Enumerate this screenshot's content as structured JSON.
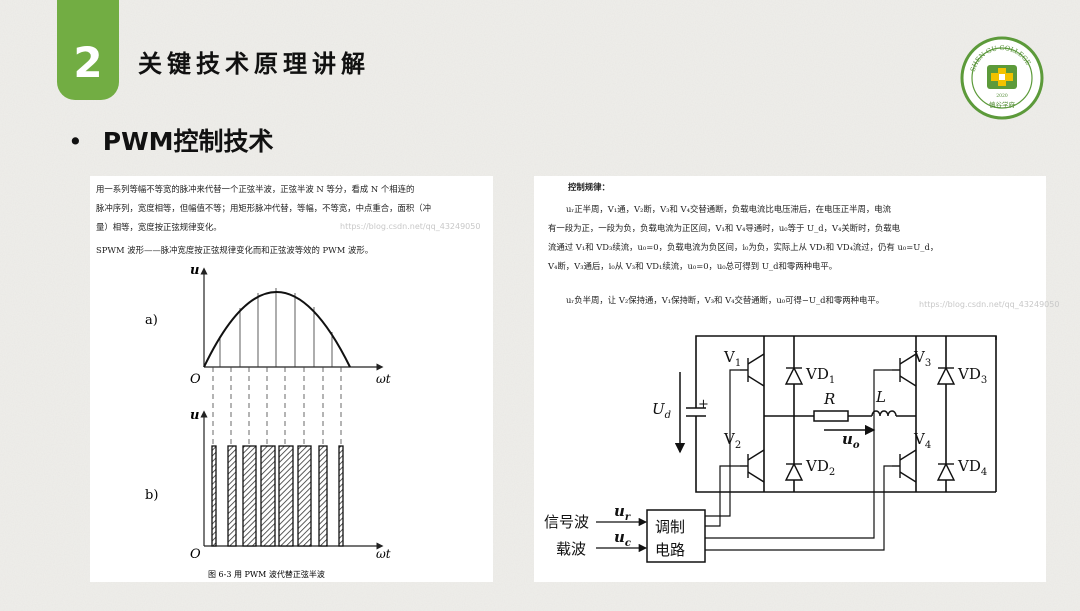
{
  "slide": {
    "section_number": "2",
    "section_title": "关键技术原理讲解",
    "bullet": "PWM控制技术",
    "logo": {
      "top_text": "SHEN GU COLLEGE",
      "bottom_text": "慎谷学府",
      "year": "2020",
      "icon": "cross-emblem-icon"
    }
  },
  "left_figure": {
    "para1": "用一系列等幅不等宽的脉冲来代替一个正弦半波，正弦半波 N 等分，看成 N 个相连的\n脉冲序列，宽度相等，但幅值不等；用矩形脉冲代替，等幅，不等宽，中点重合，面积（冲\n量）相等，宽度按正弦规律变化。",
    "para2": "SPWM 波形——脉冲宽度按正弦规律变化而和正弦波等效的 PWM 波形。",
    "watermark": "https://blog.csdn.net/qq_43249050",
    "label_a": "a)",
    "label_b": "b)",
    "axis_u": "u",
    "axis_wt": "ωt",
    "origin": "O",
    "caption": "图 6-3  用 PWM 波代替正弦半波"
  },
  "right_figure": {
    "heading": "控制规律：",
    "p1": "uᵣ正半周，V₁通，V₂断，V₃和 V₄交替通断，负载电流比电压滞后，在电压正半周，电流\n有一段为正，一段为负，负载电流为正区间，V₁和 V₄导通时，u₀等于 U_d，V₄关断时，负载电\n流通过 V₁和 VD₃续流，u₀=0，负载电流为负区间，i₀为负，实际上从 VD₁和 VD₄流过，仍有 u₀=U_d，\nV₄断，V₃通后，i₀从 V₃和 VD₁续流，u₀=0，u₀总可得到 U_d和零两种电平。",
    "p2": "uᵣ负半周，让 V₂保持通，V₁保持断，V₃和 V₄交替通断，u₀可得−U_d和零两种电平。",
    "watermark": "https://blog.csdn.net/qq_43249050",
    "labels": {
      "v1": "V",
      "v1s": "1",
      "vd1": "VD",
      "vd1s": "1",
      "v2": "V",
      "v2s": "2",
      "vd2": "VD",
      "vd2s": "2",
      "v3": "V",
      "v3s": "3",
      "vd3": "VD",
      "vd3s": "3",
      "v4": "V",
      "v4s": "4",
      "vd4": "VD",
      "vd4s": "4",
      "ud": "U",
      "uds": "d",
      "plus": "+",
      "r": "R",
      "l": "L",
      "uo": "u",
      "uos": "o",
      "ur": "u",
      "urs": "r",
      "uc": "u",
      "ucs": "c",
      "signal": "信号波",
      "carrier": "载波",
      "mod1": "调制",
      "mod2": "电路"
    }
  }
}
